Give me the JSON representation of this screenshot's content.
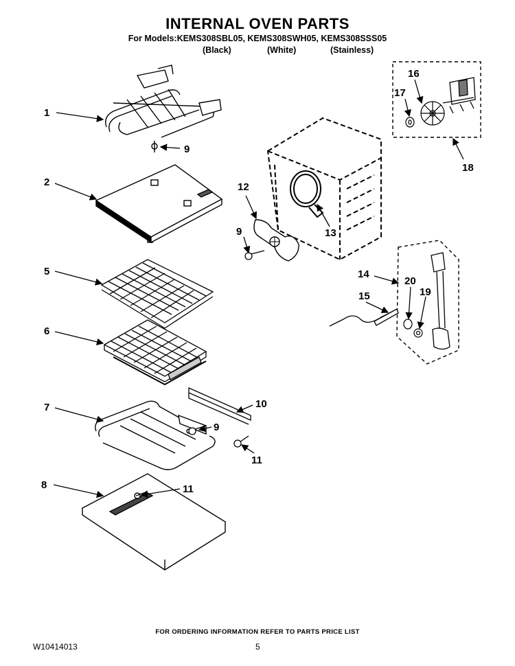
{
  "header": {
    "title": "INTERNAL OVEN PARTS",
    "models": "For Models:KEMS308SBL05, KEMS308SWH05, KEMS308SSS05",
    "variants": [
      "(Black)",
      "(White)",
      "(Stainless)"
    ]
  },
  "callouts": {
    "c1": "1",
    "c2": "2",
    "c5": "5",
    "c6": "6",
    "c7": "7",
    "c8": "8",
    "c9a": "9",
    "c9b": "9",
    "c9c": "9",
    "c10": "10",
    "c11a": "11",
    "c11b": "11",
    "c12": "12",
    "c13": "13",
    "c14": "14",
    "c15": "15",
    "c16": "16",
    "c17": "17",
    "c18": "18",
    "c19": "19",
    "c20": "20"
  },
  "footer": {
    "ordering_note": "FOR ORDERING INFORMATION REFER TO PARTS PRICE LIST",
    "doc_number": "W10414013",
    "page_number": "5"
  }
}
